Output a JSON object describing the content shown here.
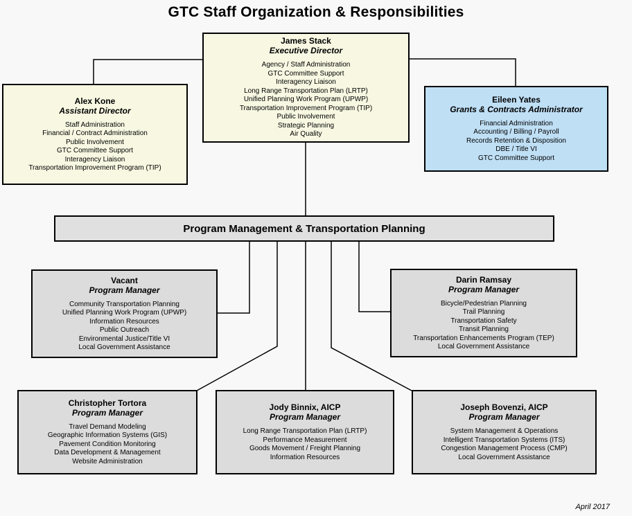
{
  "page": {
    "title": "GTC Staff Organization & Responsibilities",
    "date": "April 2017"
  },
  "banner": {
    "label": "Program Management & Transportation Planning"
  },
  "boxes": {
    "executive": {
      "name": "James Stack",
      "role": "Executive Director",
      "items": [
        "Agency / Staff Administration",
        "GTC Committee Support",
        "Interagency Liaison",
        "Long Range Transportation Plan (LRTP)",
        "Unified Planning Work Program (UPWP)",
        "Transportation Improvement Program (TIP)",
        "Public Involvement",
        "Strategic Planning",
        "Air Quality"
      ]
    },
    "assistant": {
      "name": "Alex Kone",
      "role": "Assistant Director",
      "items": [
        "Staff Administration",
        "Financial / Contract Administration",
        "Public Involvement",
        "GTC Committee Support",
        "Interagency Liaison",
        "Transportation Improvement Program (TIP)"
      ]
    },
    "grants": {
      "name": "Eileen Yates",
      "role": "Grants & Contracts Administrator",
      "items": [
        "Financial Administration",
        "Accounting / Billing / Payroll",
        "Records Retention & Disposition",
        "DBE / Title VI",
        "GTC Committee Support"
      ]
    },
    "pm_vacant": {
      "name": "Vacant",
      "role": "Program Manager",
      "items": [
        "Community Transportation Planning",
        "Unified Planning Work Program (UPWP)",
        "Information Resources",
        "Public Outreach",
        "Environmental Justice/Title VI",
        "Local Government Assistance"
      ]
    },
    "pm_ramsay": {
      "name": "Darin Ramsay",
      "role": "Program Manager",
      "items": [
        "Bicycle/Pedestrian Planning",
        "Trail Planning",
        "Transportation Safety",
        "Transit Planning",
        "Transportation Enhancements Program (TEP)",
        "Local Government Assistance"
      ]
    },
    "pm_tortora": {
      "name": "Christopher Tortora",
      "role": "Program Manager",
      "items": [
        "Travel Demand Modeling",
        "Geographic Information Systems (GIS)",
        "Pavement Condition Monitoring",
        "Data Development & Management",
        "Website Administration"
      ]
    },
    "pm_binnix": {
      "name": "Jody Binnix, AICP",
      "role": "Program Manager",
      "items": [
        "Long Range Transportation Plan (LRTP)",
        "Performance Measurement",
        "Goods Movement / Freight Planning",
        "Information Resources"
      ]
    },
    "pm_bovenzi": {
      "name": "Joseph Bovenzi, AICP",
      "role": "Program Manager",
      "items": [
        "System Management & Operations",
        "Intelligent Transportation Systems (ITS)",
        "Congestion Management Process (CMP)",
        "Local Government Assistance"
      ]
    }
  },
  "colors": {
    "background": "#f8f8f8",
    "director_fill": "#f7f7e2",
    "grants_fill": "#bfdff5",
    "manager_fill": "#dcdcdc",
    "banner_fill": "#e0e0e0",
    "line": "#000000"
  }
}
